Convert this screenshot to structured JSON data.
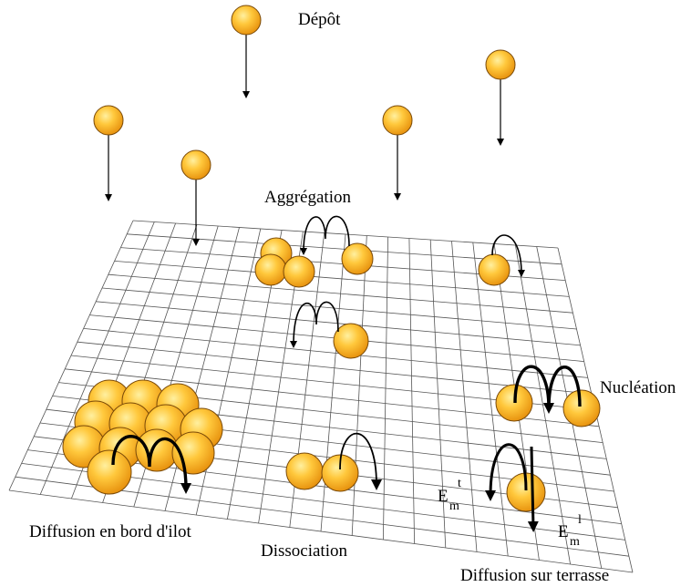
{
  "labels": {
    "depot": "Dépôt",
    "aggregation": "Aggrégation",
    "nucleation": "Nucléation",
    "edge_diffusion": "Diffusion en bord d'ilot",
    "dissociation": "Dissociation",
    "terrace_diffusion": "Diffusion sur terrasse",
    "energy_t_base": "E",
    "energy_t_sub": "m",
    "energy_t_sup": "t",
    "energy_l_base": "E",
    "energy_l_sub": "m",
    "energy_l_sup": "l"
  },
  "colors": {
    "atom_highlight": "#fff0a0",
    "atom_mid": "#ffc83c",
    "atom_edge": "#e89410",
    "atom_stroke": "#7a4a08",
    "grid": "#555555",
    "arrow": "#000000"
  }
}
